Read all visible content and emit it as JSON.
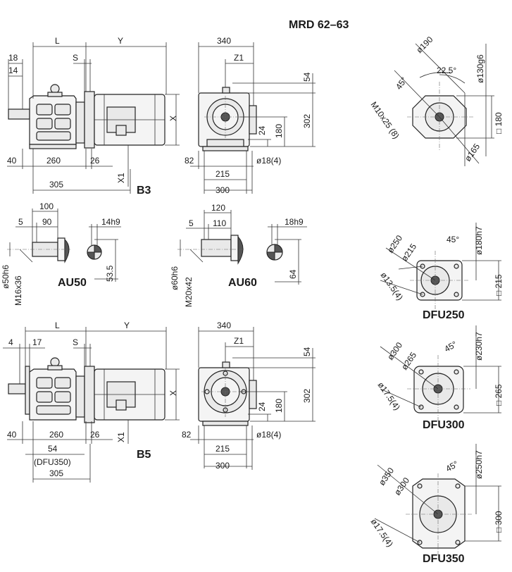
{
  "title": "MRD 62–63",
  "views": {
    "b3": {
      "label": "B3",
      "dims": {
        "L": "L",
        "Y": "Y",
        "d18": "18",
        "d14": "14",
        "S": "S",
        "X": "X",
        "X1": "X1",
        "d40": "40",
        "d260": "260",
        "d26": "26",
        "d305": "305"
      }
    },
    "side_top": {
      "dims": {
        "d340": "340",
        "Z1": "Z1",
        "d54": "54",
        "d302": "302",
        "d180": "180",
        "d24": "24",
        "d82": "82",
        "d215": "215",
        "d300": "300",
        "bolt": "ø18(4)"
      }
    },
    "au50": {
      "label": "AU50",
      "dims": {
        "d100": "100",
        "d5": "5",
        "d90": "90",
        "key": "14h9",
        "shaft": "ø50h6",
        "thread": "M16x36",
        "h": "53.5"
      }
    },
    "au60": {
      "label": "AU60",
      "dims": {
        "d120": "120",
        "d5": "5",
        "d110": "110",
        "key": "18h9",
        "shaft": "ø60h6",
        "thread": "M20x42",
        "h": "64"
      }
    },
    "b5": {
      "label": "B5",
      "dims": {
        "L": "L",
        "Y": "Y",
        "d4": "4",
        "d17": "17",
        "S": "S",
        "X": "X",
        "X1": "X1",
        "d40": "40",
        "d260": "260",
        "d26": "26",
        "d54": "54",
        "dfu": "(DFU350)",
        "d305": "305"
      }
    },
    "side_bottom": {
      "dims": {
        "d340": "340",
        "Z1": "Z1",
        "d54": "54",
        "d302": "302",
        "d180": "180",
        "d24": "24",
        "d82": "82",
        "d215": "215",
        "d300": "300",
        "bolt": "ø18(4)"
      }
    },
    "flange_top": {
      "dims": {
        "d190": "ø190",
        "a225": "22.5°",
        "a45": "45°",
        "thread": "M10x25 (8)",
        "d130": "ø130g6",
        "sq180": "□ 180",
        "d165": "ø165"
      }
    },
    "dfu250": {
      "label": "DFU250",
      "dims": {
        "d250": "ø250",
        "d215": "ø215",
        "a45": "45°",
        "d180": "ø180h7",
        "hole": "ø13.5(4)",
        "sq": "□ 215"
      }
    },
    "dfu300": {
      "label": "DFU300",
      "dims": {
        "d300": "ø300",
        "d265": "ø265",
        "a45": "45°",
        "d230": "ø230h7",
        "hole": "ø17.5(4)",
        "sq": "□ 265"
      }
    },
    "dfu350": {
      "label": "DFU350",
      "dims": {
        "d350": "ø350",
        "d300": "ø300",
        "a45": "45°",
        "d250": "ø250h7",
        "hole": "ø17.5(4)",
        "sq": "□ 300"
      }
    }
  }
}
